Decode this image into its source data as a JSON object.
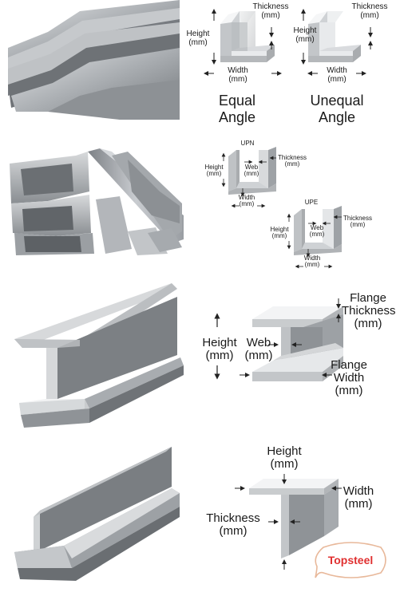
{
  "angle": {
    "labels": {
      "height": "Height\n(mm)",
      "thickness": "Thickness\n(mm)",
      "width": "Width\n(mm)"
    },
    "equal_title": "Equal\nAngle",
    "unequal_title": "Unequal\nAngle"
  },
  "channel": {
    "upn_title": "UPN",
    "upe_title": "UPE",
    "labels": {
      "height": "Height\n(mm)",
      "thickness": "Thickness\n(mm)",
      "web": "Web\n(mm)",
      "width": "Width\n(mm)"
    }
  },
  "ibeam": {
    "labels": {
      "height": "Height\n(mm)",
      "web": "Web\n(mm)",
      "flange_thickness": "Flange\nThickness\n(mm)",
      "flange_width": "Flange\nWidth\n(mm)"
    }
  },
  "tbeam": {
    "labels": {
      "height": "Height\n(mm)",
      "width": "Width\n(mm)",
      "thickness": "Thickness\n(mm)"
    }
  },
  "brand": {
    "name": "Topsteel",
    "color": "#e03030"
  }
}
